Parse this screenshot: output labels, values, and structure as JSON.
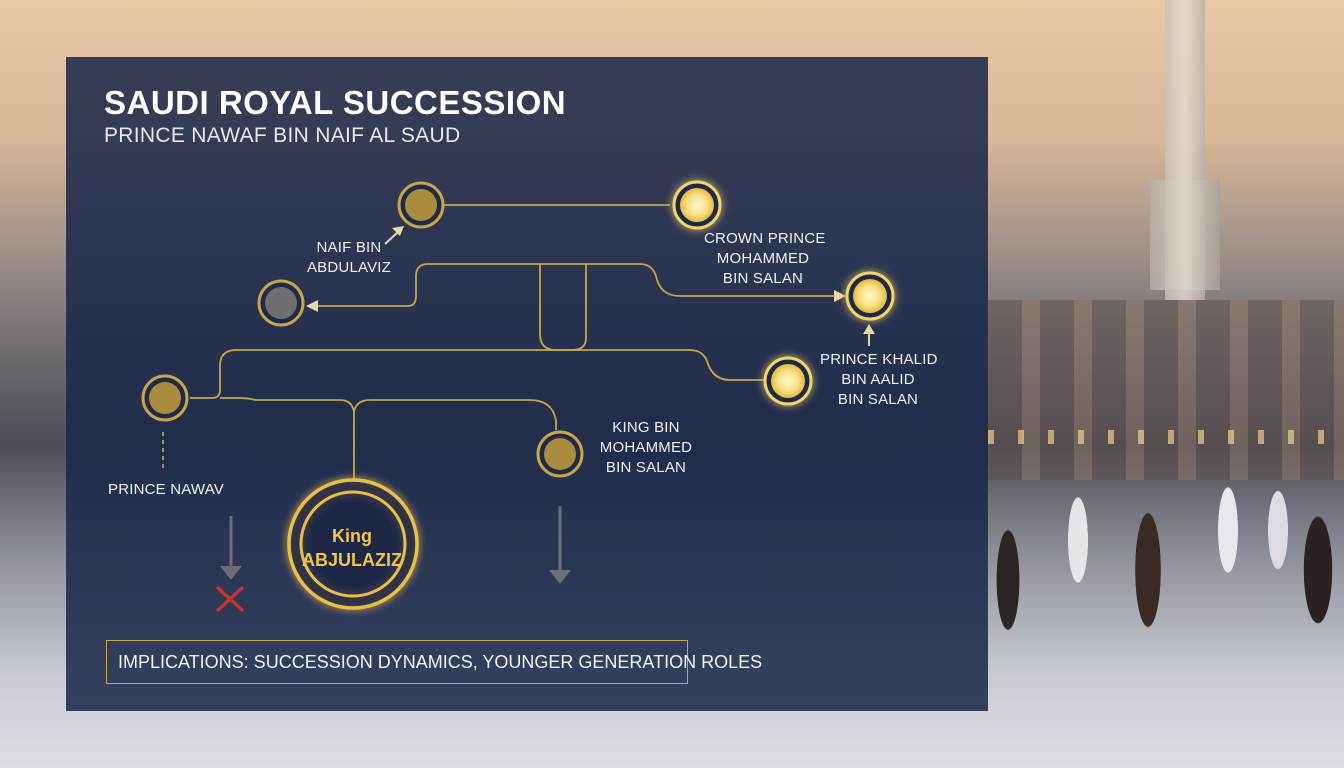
{
  "header": {
    "title": "SAUDI ROYAL SUCCESSION",
    "subtitle": "PRINCE NAWAF BIN NAIF AL SAUD"
  },
  "nodes": {
    "king": {
      "label": "King ABJULAZIZ"
    },
    "naif": {
      "label_line1": "NAIF BIN",
      "label_line2": "ABDULAVIZ"
    },
    "crown_prince": {
      "label_line1": "CROWN PRINCE",
      "label_line2": "MOHAMMED",
      "label_line3": "BIN SALAN"
    },
    "prince_khalid": {
      "label_line1": "PRINCE KHALID",
      "label_line2": "BIN AALID",
      "label_line3": "BIN SALAN"
    },
    "king_bin": {
      "label_line1": "KING BIN",
      "label_line2": "MOHAMMED",
      "label_line3": "BIN SALAN"
    },
    "prince_nawav": {
      "label": "PRINCE NAWAV"
    }
  },
  "footer": {
    "implications": "IMPLICATIONS: SUCCESSION DYNAMICS, YOUNGER GENERATION ROLES"
  },
  "colors": {
    "panel": "#182648",
    "gold_line": "#c9a54a",
    "bright_gold": "#f3d36a",
    "muted_gold": "#a98c3e",
    "gray_node": "#6e6e72",
    "red_cross": "#c8322e"
  }
}
